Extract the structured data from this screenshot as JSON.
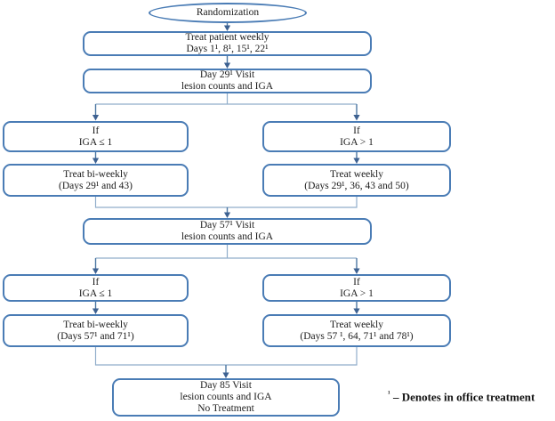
{
  "colors": {
    "box_border": "#4a7cb5",
    "connector_light": "#91aecb",
    "connector_dark": "#4d77a3",
    "arrowhead": "#3d6191",
    "text": "#1c1c1c"
  },
  "nodes": {
    "randomization": {
      "label": "Randomization"
    },
    "treat_patient_weekly": {
      "line1": "Treat patient weekly",
      "line2": "Days 1¹, 8¹, 15¹, 22¹"
    },
    "day29_visit": {
      "line1": "Day 29¹ Visit",
      "line2": "lesion counts and IGA"
    },
    "if_iga_le1_first": {
      "line1": "If",
      "line2": "IGA ≤ 1"
    },
    "if_iga_gt1_first": {
      "line1": "If",
      "line2": "IGA > 1"
    },
    "treat_biweekly_first": {
      "line1": "Treat bi-weekly",
      "line2": "(Days 29¹ and 43)"
    },
    "treat_weekly_first": {
      "line1": "Treat weekly",
      "line2": "(Days 29¹, 36, 43 and 50)"
    },
    "day57_visit": {
      "line1": "Day 57¹ Visit",
      "line2": "lesion counts and IGA"
    },
    "if_iga_le1_second": {
      "line1": "If",
      "line2": "IGA ≤ 1"
    },
    "if_iga_gt1_second": {
      "line1": "If",
      "line2": "IGA > 1"
    },
    "treat_biweekly_second": {
      "line1": "Treat bi-weekly",
      "line2": "(Days 57¹ and 71¹)"
    },
    "treat_weekly_second": {
      "line1": "Treat weekly",
      "line2": "(Days 57 ¹, 64, 71¹ and 78¹)"
    },
    "day85_visit": {
      "line1": "Day 85 Visit",
      "line2": "lesion counts and IGA",
      "line3": "No Treatment"
    }
  },
  "footnote": {
    "marker": "¹",
    "text": "– Denotes in office treatment"
  }
}
